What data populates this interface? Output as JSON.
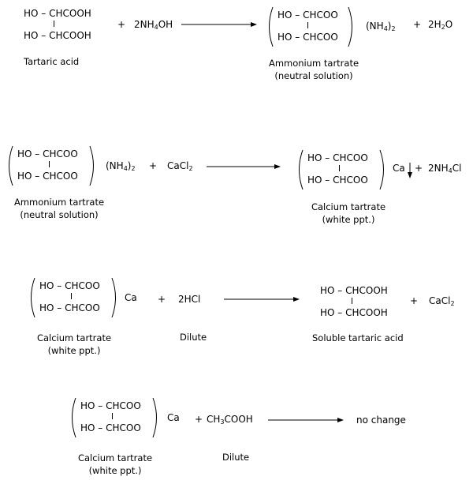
{
  "r1": {
    "acid_top": "HO – CHCOOH",
    "acid_bottom": "HO – CHCOOH",
    "acid_label": "Tartaric acid",
    "plus1": "+",
    "reagent": "2NH",
    "reagent_sub": "4",
    "reagent_tail": "OH",
    "prod_top": "HO – CHCOO",
    "prod_bottom": "HO – CHCOO",
    "prod_cation": "(NH",
    "prod_cation_sub": "4",
    "prod_cation_tail": ")",
    "prod_cation_sub2": "2",
    "plus2": "+",
    "water": "2H",
    "water_sub": "2",
    "water_tail": "O",
    "prod_label1": "Ammonium tartrate",
    "prod_label2": "(neutral solution)"
  },
  "r2": {
    "react_top": "HO – CHCOO",
    "react_bottom": "HO – CHCOO",
    "react_cation": "(NH",
    "react_cation_sub": "4",
    "react_cation_tail": ")",
    "react_cation_sub2": "2",
    "plus1": "+",
    "reagent": "CaCl",
    "reagent_sub": "2",
    "react_label1": "Ammonium tartrate",
    "react_label2": "(neutral solution)",
    "prod_top": "HO – CHCOO",
    "prod_bottom": "HO – CHCOO",
    "prod_cation": "Ca",
    "plus2": "+",
    "byproduct": "2NH",
    "byproduct_sub": "4",
    "byproduct_tail": "Cl",
    "prod_label1": "Calcium tartrate",
    "prod_label2": "(white ppt.)"
  },
  "r3": {
    "react_top": "HO – CHCOO",
    "react_bottom": "HO – CHCOO",
    "react_cation": "Ca",
    "plus1": "+",
    "reagent": "2HCl",
    "reagent_label": "Dilute",
    "react_label1": "Calcium tartrate",
    "react_label2": "(white ppt.)",
    "prod_top": "HO – CHCOOH",
    "prod_bottom": "HO – CHCOOH",
    "plus2": "+",
    "byproduct": "CaCl",
    "byproduct_sub": "2",
    "prod_label": "Soluble tartaric acid"
  },
  "r4": {
    "react_top": "HO – CHCOO",
    "react_bottom": "HO – CHCOO",
    "react_cation": "Ca",
    "plus1": "+",
    "reagent": "CH",
    "reagent_sub": "3",
    "reagent_tail": "COOH",
    "reagent_label": "Dilute",
    "result": "no change",
    "react_label1": "Calcium tartrate",
    "react_label2": "(white ppt.)"
  }
}
